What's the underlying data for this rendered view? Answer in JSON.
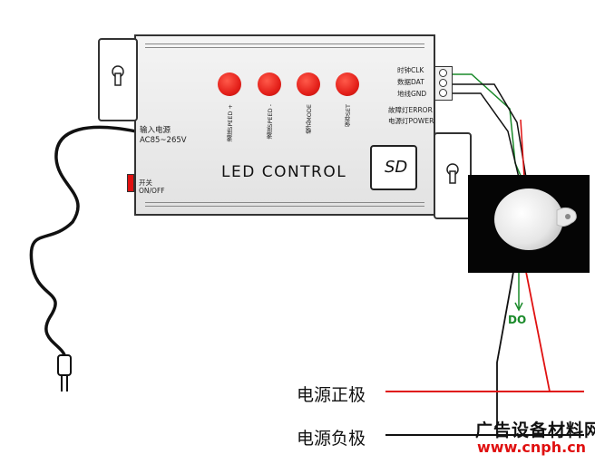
{
  "controller": {
    "title": "LED CONTROL",
    "sd_label": "SD",
    "power_input_label": "输入电源",
    "power_input_voltage": "AC85~265V",
    "switch_label_cn": "开关",
    "switch_label_en": "ON/OFF"
  },
  "buttons": [
    {
      "label": "速度SPEED +"
    },
    {
      "label": "速度SPEED -"
    },
    {
      "label": "模式MODE"
    },
    {
      "label": "保存SET"
    }
  ],
  "terminals": [
    {
      "cn": "时钟",
      "en": "CLK"
    },
    {
      "cn": "数据",
      "en": "DAT"
    },
    {
      "cn": "地线",
      "en": "GND"
    }
  ],
  "indicators": [
    {
      "cn": "故障灯",
      "en": "ERROR"
    },
    {
      "cn": "电源灯",
      "en": "POWER"
    }
  ],
  "output_label": "DO",
  "power_rails": {
    "positive": "电源正极",
    "negative": "电源负极"
  },
  "watermark": {
    "name": "广告设备材料网",
    "url": "www.cnph.cn"
  },
  "colors": {
    "button_red": "#e4201a",
    "wire_red": "#e01010",
    "wire_green": "#1a8a2a",
    "wire_black": "#111111"
  }
}
